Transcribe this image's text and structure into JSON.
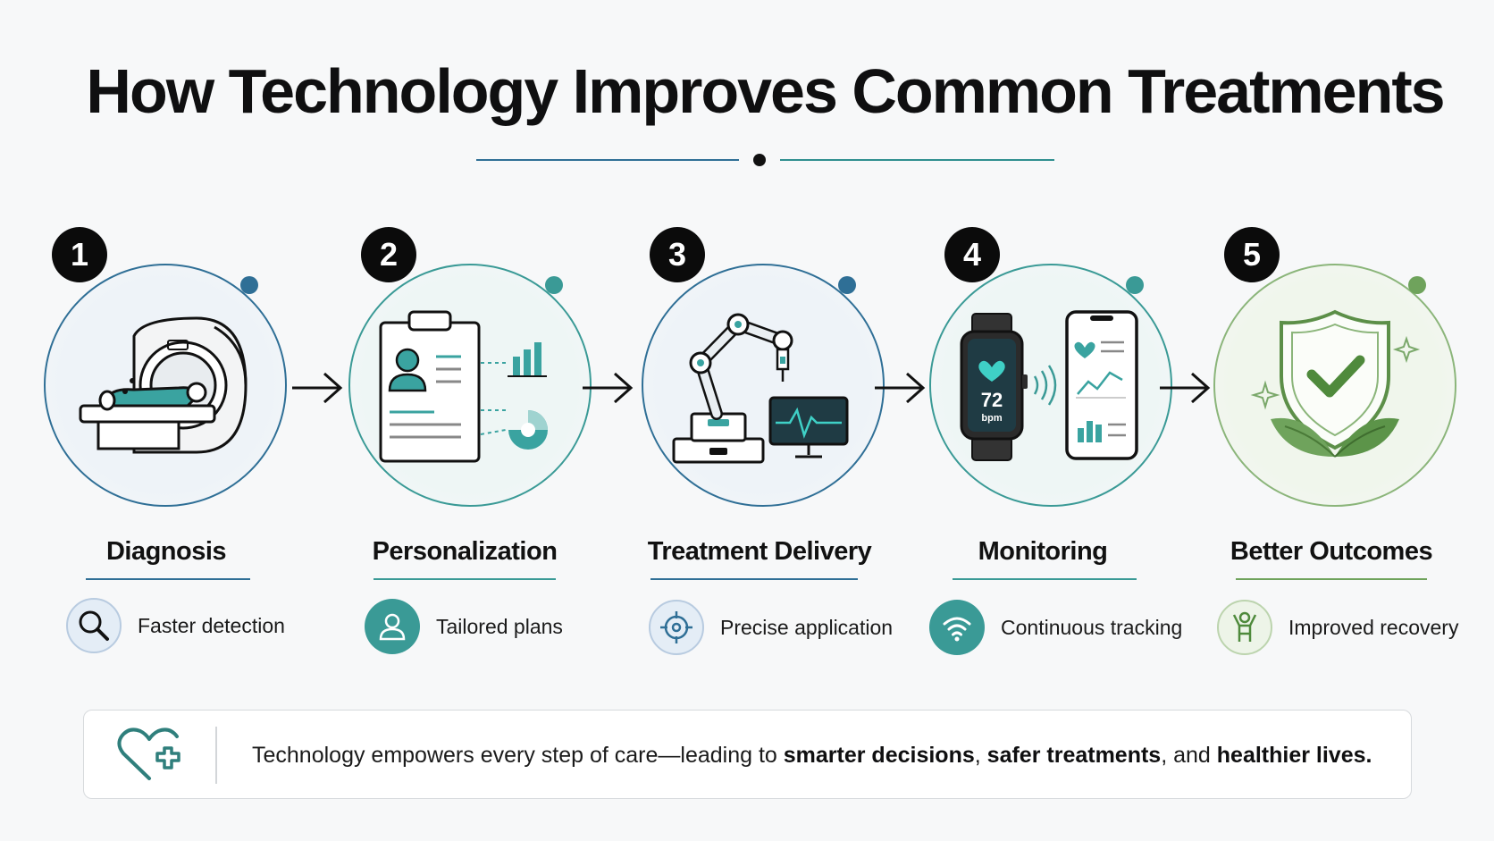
{
  "title": "How Technology Improves Common Treatments",
  "steps": [
    {
      "number": "1",
      "label": "Diagnosis",
      "benefit": "Faster detection",
      "illustration": "mri-scanner-icon",
      "benefit_icon": "magnifier-icon"
    },
    {
      "number": "2",
      "label": "Personalization",
      "benefit": "Tailored plans",
      "illustration": "patient-chart-icon",
      "benefit_icon": "user-icon"
    },
    {
      "number": "3",
      "label": "Treatment Delivery",
      "benefit": "Precise application",
      "illustration": "robotic-arm-icon",
      "benefit_icon": "target-icon"
    },
    {
      "number": "4",
      "label": "Monitoring",
      "benefit": "Continuous tracking",
      "illustration": "wearable-phone-icon",
      "benefit_icon": "wifi-icon"
    },
    {
      "number": "5",
      "label": "Better Outcomes",
      "benefit": "Improved recovery",
      "illustration": "shield-check-icon",
      "benefit_icon": "person-cheer-icon"
    }
  ],
  "watch_reading": {
    "value": "72",
    "unit": "bpm"
  },
  "footer": {
    "part1": "Technology empowers every step of care—leading to ",
    "bold1": "smarter decisions",
    "part2": ", ",
    "bold2": "safer treatments",
    "part3": ", and ",
    "bold3": "healthier lives.",
    "icon": "heart-plus-icon"
  },
  "colors": {
    "navy": "#2f6f96",
    "teal": "#3a9a96",
    "green": "#6fa35c",
    "black": "#0b0b0b"
  }
}
